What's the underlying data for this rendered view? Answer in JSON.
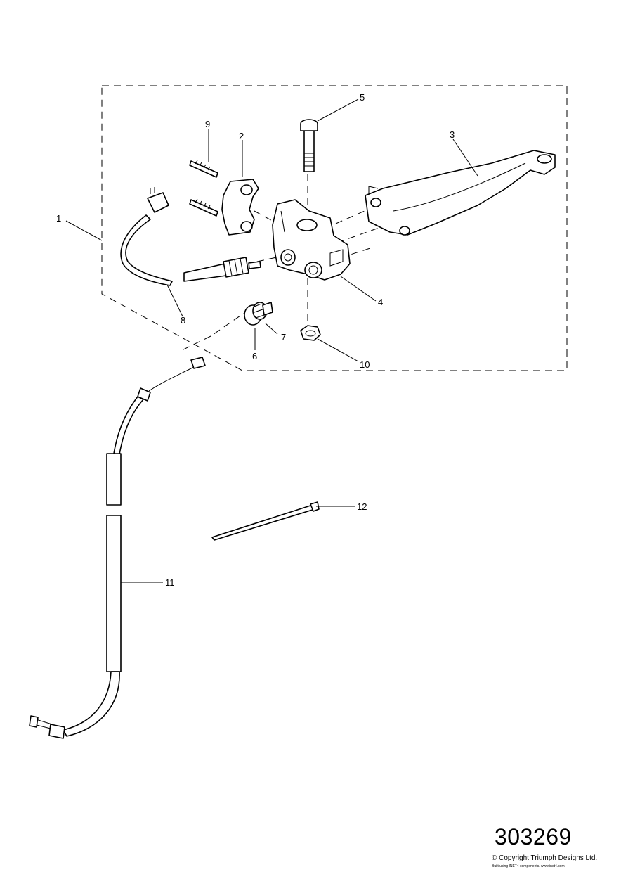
{
  "callouts": [
    {
      "id": "1",
      "label": "1"
    },
    {
      "id": "2",
      "label": "2"
    },
    {
      "id": "3",
      "label": "3"
    },
    {
      "id": "4",
      "label": "4"
    },
    {
      "id": "5",
      "label": "5"
    },
    {
      "id": "6",
      "label": "6"
    },
    {
      "id": "7",
      "label": "7"
    },
    {
      "id": "8",
      "label": "8"
    },
    {
      "id": "9",
      "label": "9"
    },
    {
      "id": "10",
      "label": "10"
    },
    {
      "id": "11",
      "label": "11"
    },
    {
      "id": "12",
      "label": "12"
    }
  ],
  "footer": {
    "reference": "303269",
    "copyright": "© Copyright Triumph Designs Ltd.",
    "built_with": "Built using INET4 components. www.inet4.com"
  }
}
